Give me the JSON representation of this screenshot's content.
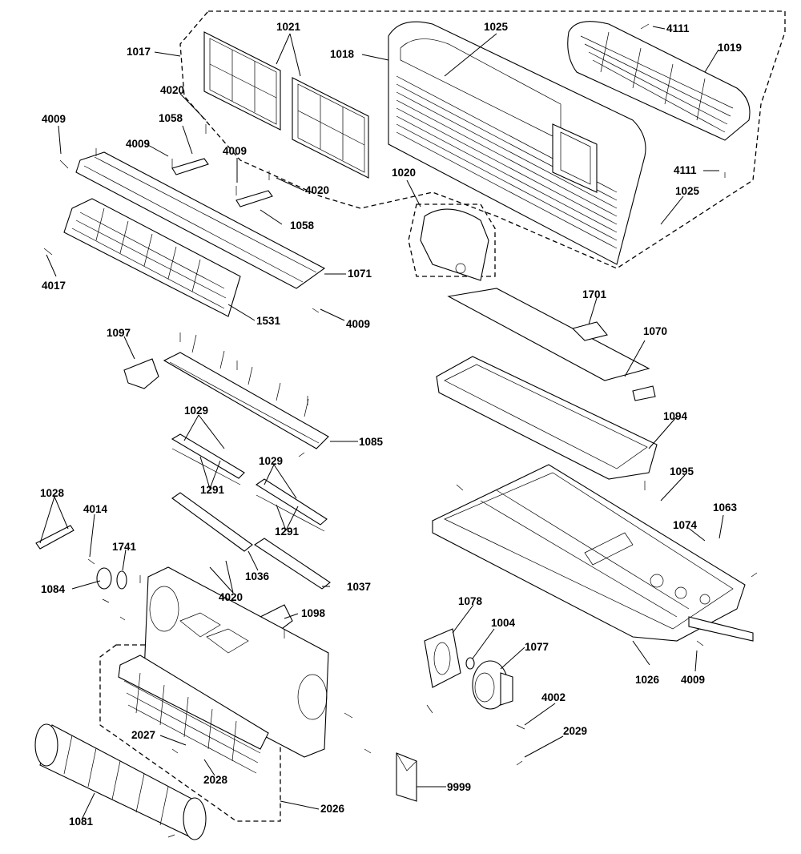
{
  "labels": {
    "l1017": "1017",
    "l1021": "1021",
    "l1018": "1018",
    "l1025a": "1025",
    "l4111a": "4111",
    "l1019": "1019",
    "l4020a": "4020",
    "l4009a": "4009",
    "l1058a": "1058",
    "l4009b": "4009",
    "l4009c": "4009",
    "l4020b": "4020",
    "l1058b": "1058",
    "l1020": "1020",
    "l4111b": "4111",
    "l1025b": "1025",
    "l4017": "4017",
    "l1071": "1071",
    "l1531": "1531",
    "l4009d": "4009",
    "l1701": "1701",
    "l1070": "1070",
    "l1097": "1097",
    "l1085": "1085",
    "l1094": "1094",
    "l1029a": "1029",
    "l1291a": "1291",
    "l1029b": "1029",
    "l1291b": "1291",
    "l1095": "1095",
    "l1063": "1063",
    "l1074": "1074",
    "l1028": "1028",
    "l4014": "4014",
    "l1741": "1741",
    "l1084": "1084",
    "l1036": "1036",
    "l1037": "1037",
    "l4020c": "4020",
    "l1098": "1098",
    "l1078": "1078",
    "l1004": "1004",
    "l1077": "1077",
    "l1026": "1026",
    "l4009e": "4009",
    "l4002": "4002",
    "l2029": "2029",
    "l2027": "2027",
    "l2028": "2028",
    "l9999": "9999",
    "l1081": "1081",
    "l2026": "2026"
  }
}
